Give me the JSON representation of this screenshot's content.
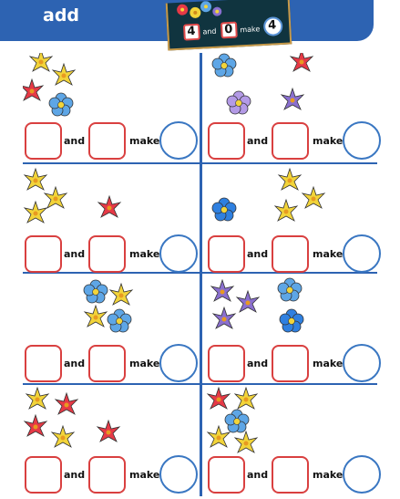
{
  "header": {
    "title": "add",
    "board": {
      "first": "4",
      "second": "0",
      "result": "4",
      "and": "and",
      "make": "make"
    }
  },
  "panels": [
    {
      "id": "p1",
      "word_and": "and",
      "word_make": "make"
    },
    {
      "id": "p2",
      "word_and": "and",
      "word_make": "make"
    },
    {
      "id": "p3",
      "word_and": "and",
      "word_make": "make"
    },
    {
      "id": "p4",
      "word_and": "and",
      "word_make": "make"
    },
    {
      "id": "p5",
      "word_and": "and",
      "word_make": "make"
    },
    {
      "id": "p6",
      "word_and": "and",
      "word_make": "make"
    },
    {
      "id": "p7",
      "word_and": "and",
      "word_make": "make"
    },
    {
      "id": "p8",
      "word_and": "and",
      "word_make": "make"
    }
  ],
  "colors": {
    "blue": "#2d63b2",
    "red": "#d94040",
    "yellow": "#f2d43a",
    "lilac": "#8a6fcf",
    "sky": "#5ea6e6"
  }
}
